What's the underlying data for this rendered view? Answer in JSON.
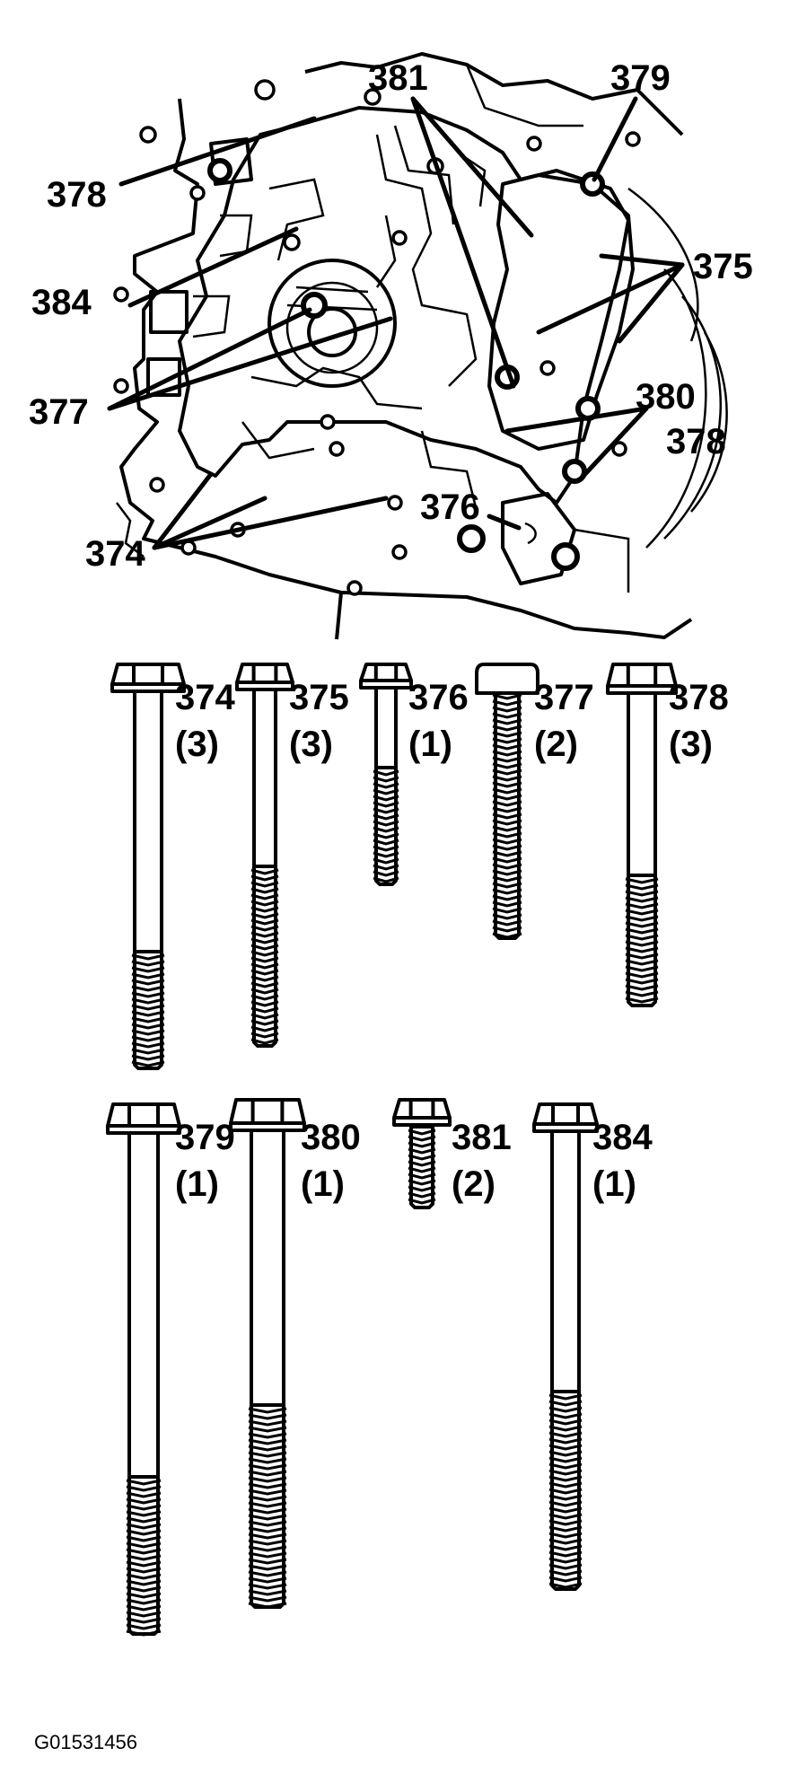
{
  "callouts": [
    {
      "label": "381"
    },
    {
      "label": "379"
    },
    {
      "label": "378"
    },
    {
      "label": "375"
    },
    {
      "label": "384"
    },
    {
      "label": "377"
    },
    {
      "label": "380"
    },
    {
      "label": "378"
    },
    {
      "label": "376"
    },
    {
      "label": "374"
    }
  ],
  "bolts": [
    {
      "number": "374",
      "quantity": "(3)"
    },
    {
      "number": "375",
      "quantity": "(3)"
    },
    {
      "number": "376",
      "quantity": "(1)"
    },
    {
      "number": "377",
      "quantity": "(2)"
    },
    {
      "number": "378",
      "quantity": "(3)"
    },
    {
      "number": "379",
      "quantity": "(1)"
    },
    {
      "number": "380",
      "quantity": "(1)"
    },
    {
      "number": "381",
      "quantity": "(2)"
    },
    {
      "number": "384",
      "quantity": "(1)"
    }
  ],
  "figure_id": "G01531456"
}
